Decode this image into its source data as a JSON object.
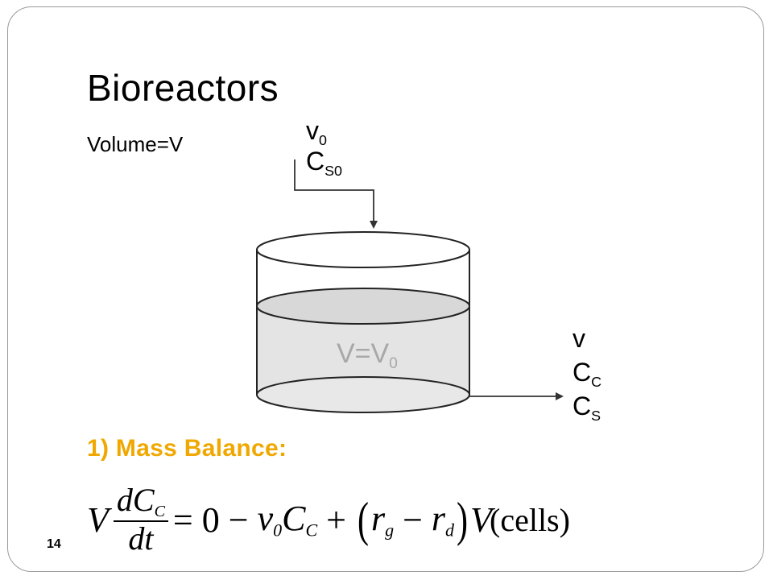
{
  "slide": {
    "title": "Bioreactors",
    "volume_label": "Volume=V",
    "inlet": {
      "flow": "v",
      "flow_sub": "0",
      "conc": "C",
      "conc_sub": "S0"
    },
    "outlet": {
      "flow": "v",
      "cell_conc": "C",
      "cell_conc_sub": "C",
      "substrate_conc": "C",
      "substrate_conc_sub": "S"
    },
    "tank_label": "V=V",
    "tank_label_sub": "0",
    "section_heading": "1) Mass Balance:",
    "equation": {
      "lhs_factor": "V",
      "numerator": "dC",
      "numerator_sub": "C",
      "denominator": "dt",
      "rhs_text1": "= 0 − ",
      "v": "v",
      "v_sub": "0",
      "c": "C",
      "c_sub": "C",
      "rg": "r",
      "rg_sub": "g",
      "minus": " − ",
      "rd": "r",
      "rd_sub": "d",
      "tail_v": "V",
      "plus": " + ",
      "note": "(cells)"
    },
    "page_number": "14"
  },
  "colors": {
    "heading": "#f0a800",
    "tank_liquid": "#e4e4e4",
    "frame": "#9a9a9a"
  }
}
